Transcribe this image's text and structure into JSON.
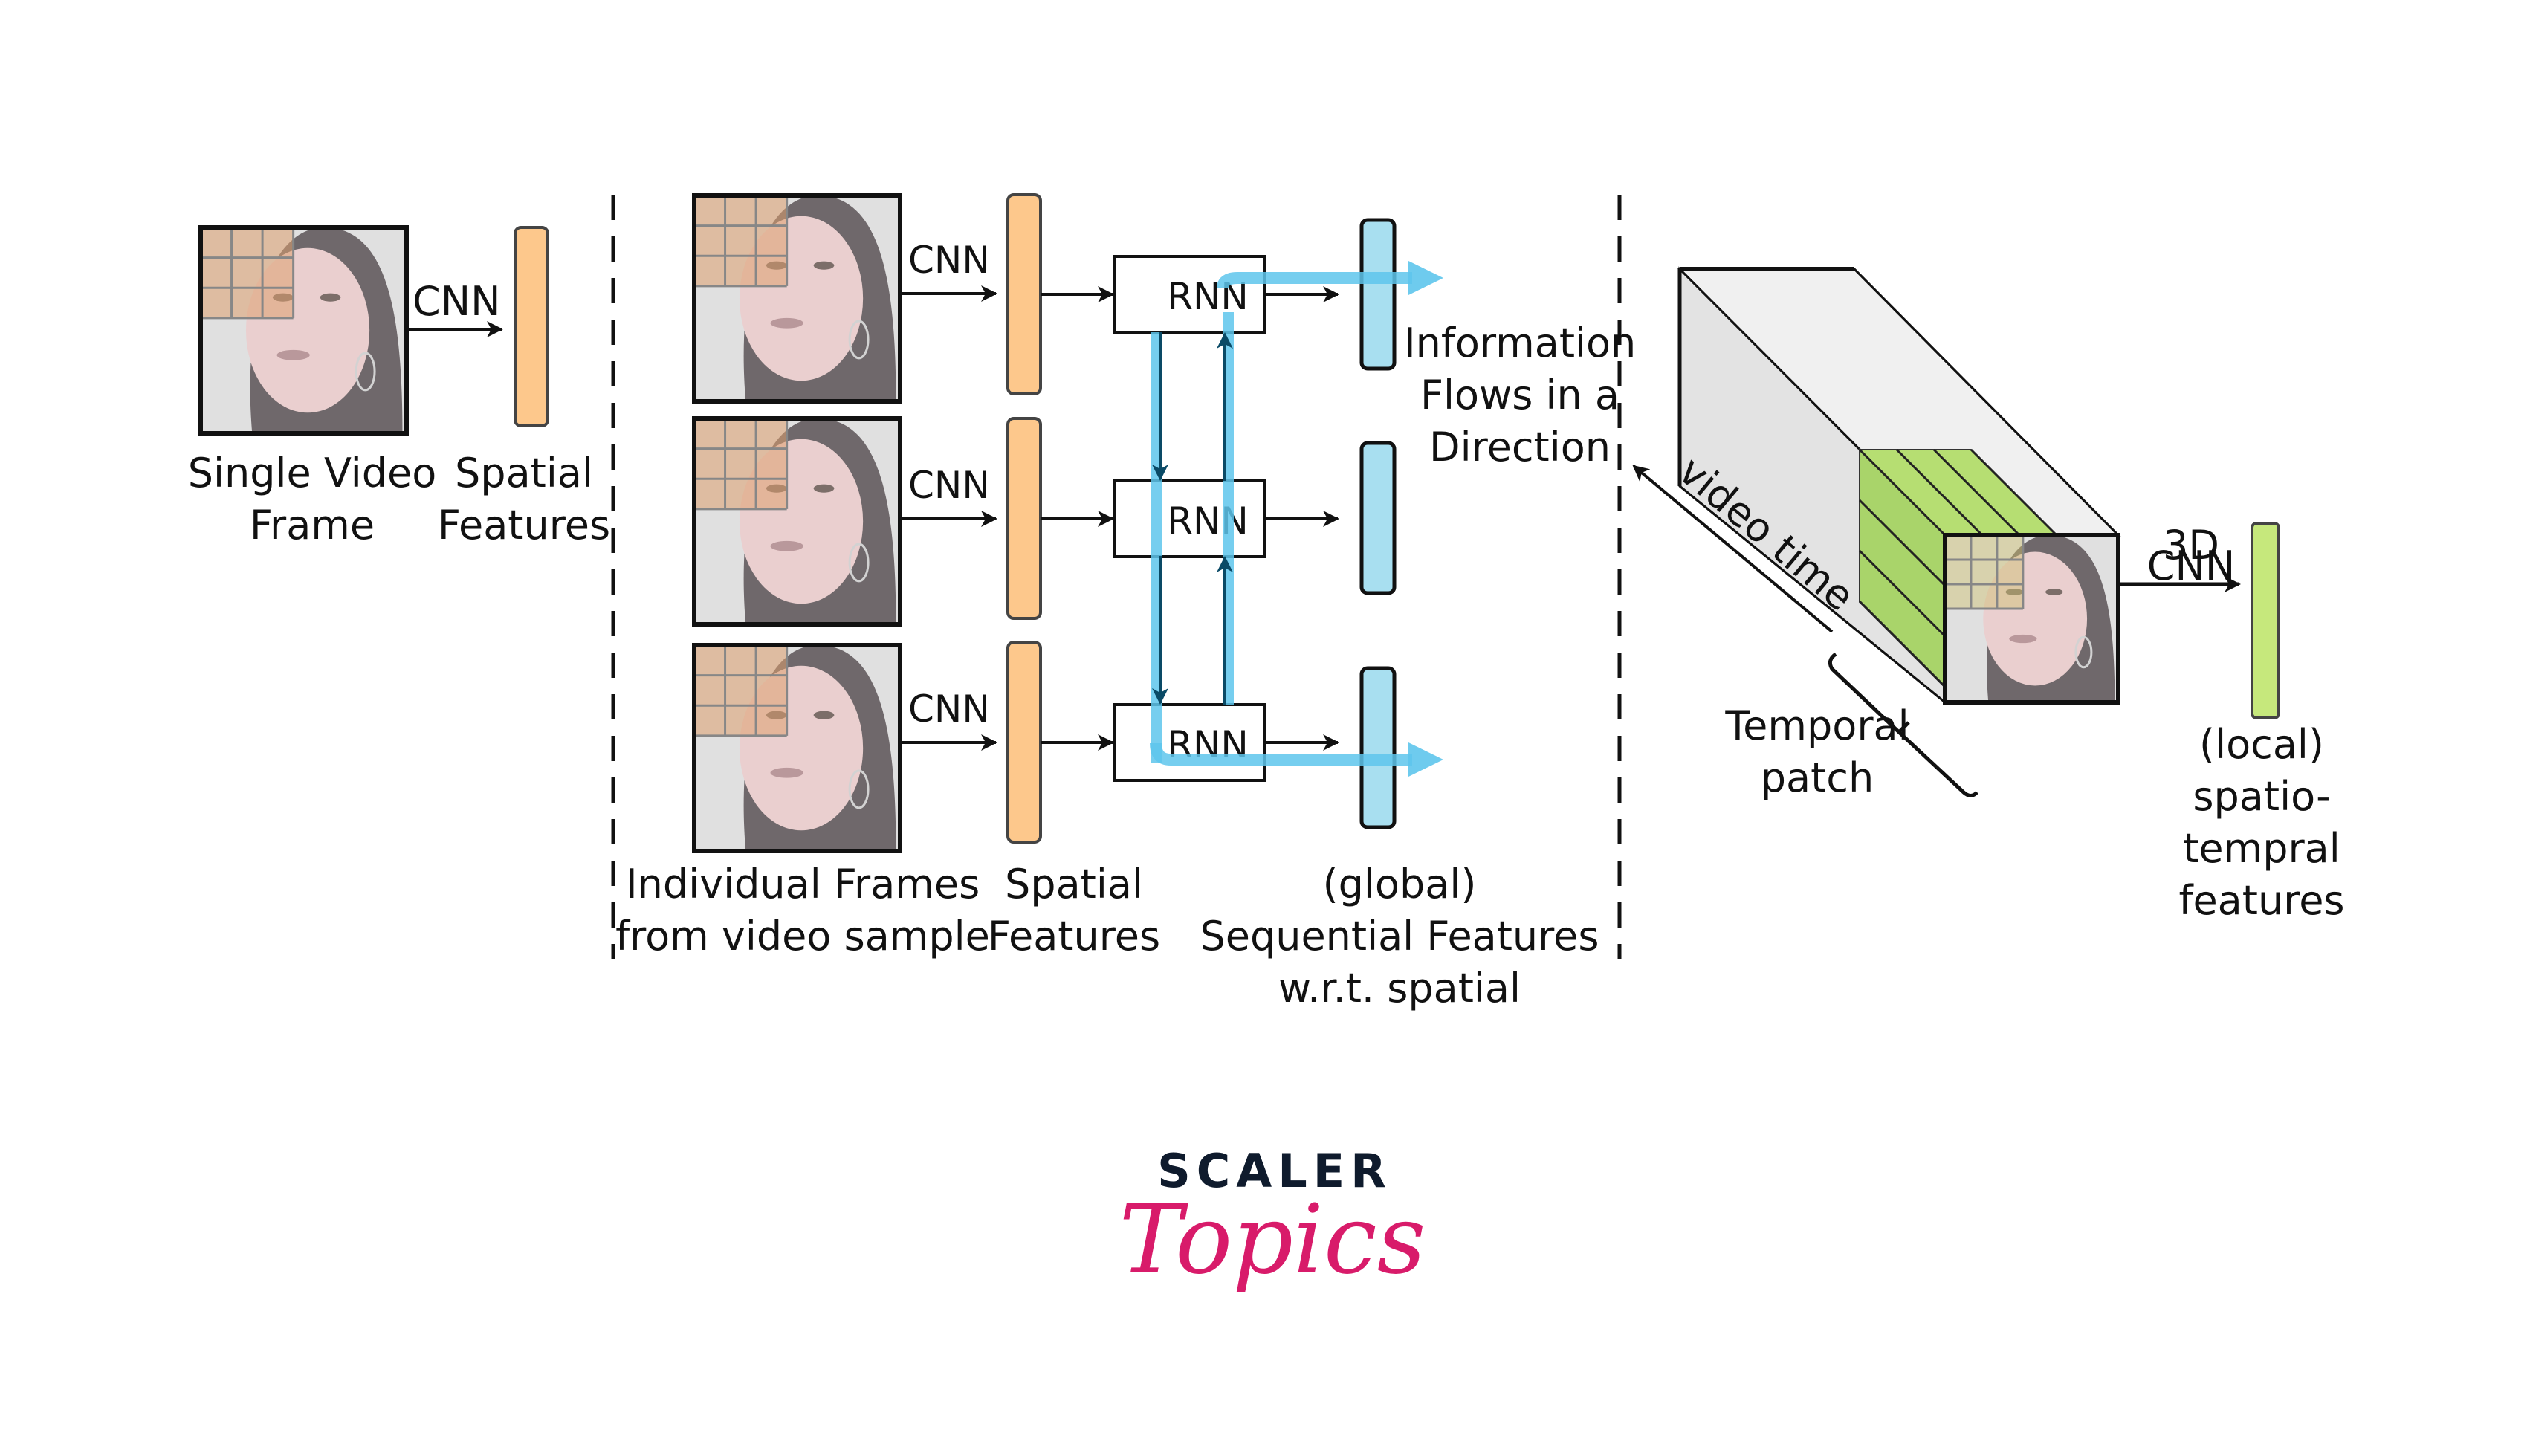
{
  "colors": {
    "spatial_feature": "#fdc88c",
    "sequential_feature": "#a8dff0",
    "info_flow": "#5ec5ec",
    "info_flow_overlap": "#3bbbe6",
    "spatiotemporal_feature": "#c6e87c",
    "patch_green": "#b6de72",
    "cuboid_top": "#f0f0f0",
    "cuboid_side": "#e3e3e3",
    "grid_overlay": "#d9925a",
    "stroke": "#111111",
    "logo_dark": "#0f1b2d",
    "logo_pink": "#d81b6a"
  },
  "section_single": {
    "frame_icon": "video-frame-image",
    "arrow_label": "CNN",
    "frame_caption": [
      "Single Video",
      "Frame"
    ],
    "feature_caption": [
      "Spatial",
      "Features"
    ]
  },
  "section_rnn": {
    "frames": [
      {
        "arrow_label": "CNN"
      },
      {
        "arrow_label": "CNN"
      },
      {
        "arrow_label": "CNN"
      }
    ],
    "rnn_labels": [
      "RNN",
      "RNN",
      "RNN"
    ],
    "flow_caption": [
      "Information",
      "Flows in a",
      "Direction"
    ],
    "frames_caption": [
      "Individual Frames",
      "from video sample"
    ],
    "spatial_caption": [
      "Spatial",
      "Features"
    ],
    "sequential_caption": [
      "(global)",
      "Sequential Features",
      "w.r.t. spatial"
    ]
  },
  "section_3d": {
    "time_label": "video time",
    "patch_caption": [
      "Temporal",
      "patch"
    ],
    "arrow_label": [
      "3D",
      "CNN"
    ],
    "feature_caption": [
      "(local)",
      "spatio-",
      "tempral",
      "features"
    ]
  },
  "logo": {
    "line1": "SCALER",
    "line2": "Topics"
  }
}
